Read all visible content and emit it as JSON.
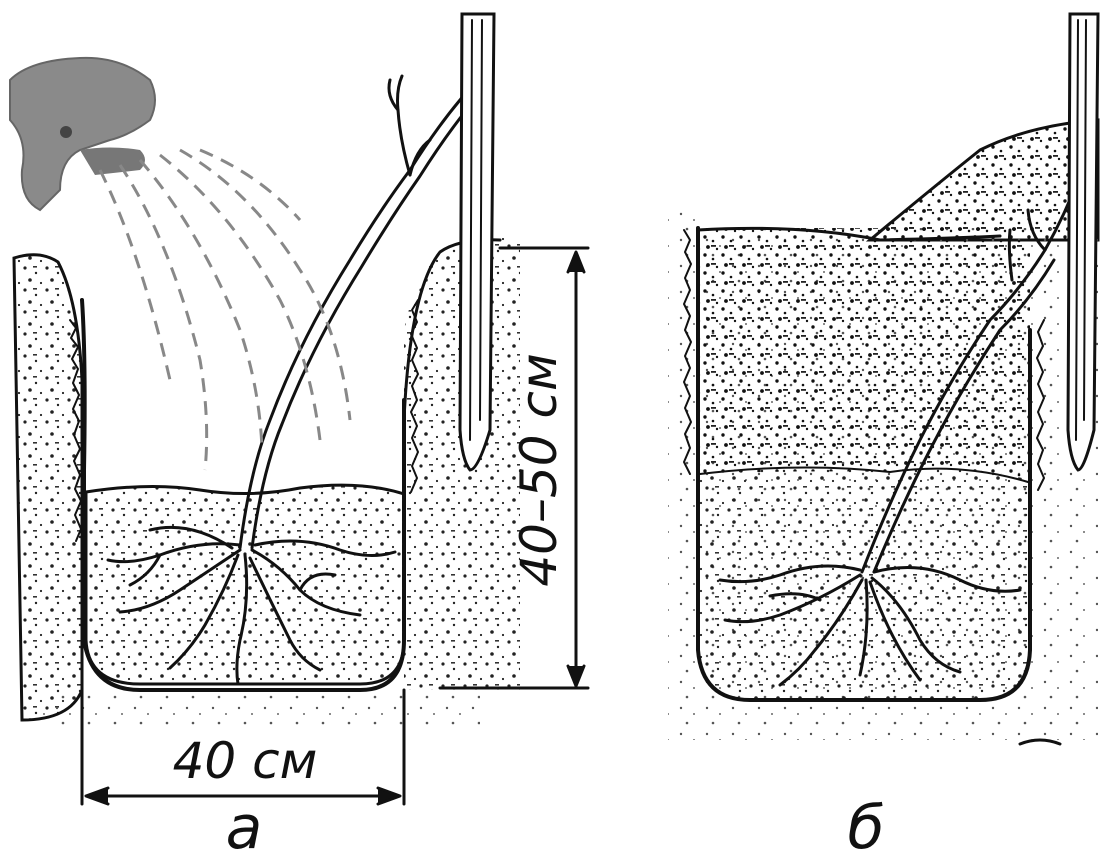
{
  "panel_a": {
    "label": "а",
    "depth_label": "40–50 см",
    "width_label": "40 см"
  },
  "panel_b": {
    "label": "б"
  },
  "colors": {
    "ink": "#111111",
    "water": "#888888",
    "background": "#ffffff"
  },
  "icons": {
    "watering_can": "watering-can-icon"
  }
}
